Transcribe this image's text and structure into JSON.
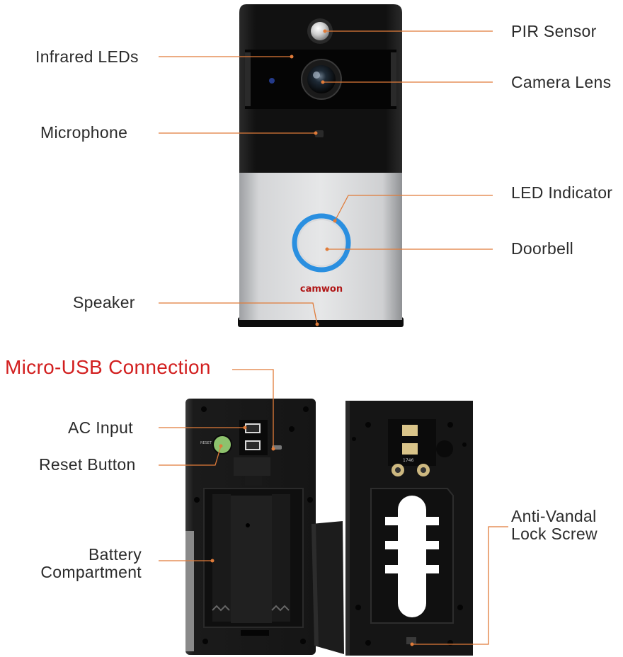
{
  "brand": {
    "logo_text": "camwon"
  },
  "doorbell_front": {
    "labels": {
      "pir_sensor": "PIR Sensor",
      "infrared_leds": "Infrared LEDs",
      "camera_lens": "Camera Lens",
      "microphone": "Microphone",
      "led_indicator": "LED Indicator",
      "doorbell": "Doorbell",
      "speaker": "Speaker"
    }
  },
  "doorbell_back": {
    "labels": {
      "micro_usb": "Micro-USB Connection",
      "ac_input": "AC Input",
      "reset_button": "Reset Button",
      "battery_line1": "Battery",
      "battery_line2": "Compartment",
      "lock_screw_line1": "Anti-Vandal",
      "lock_screw_line2": "Lock Screw"
    },
    "board_text": {
      "reset_tag": "RESET",
      "plate_code": "1746"
    }
  },
  "colors": {
    "leader_line": "#e07b39",
    "accent_title": "#d21f1f",
    "ring": "#2a8fe0",
    "silver": "#c8c9cb",
    "black": "#111111"
  }
}
